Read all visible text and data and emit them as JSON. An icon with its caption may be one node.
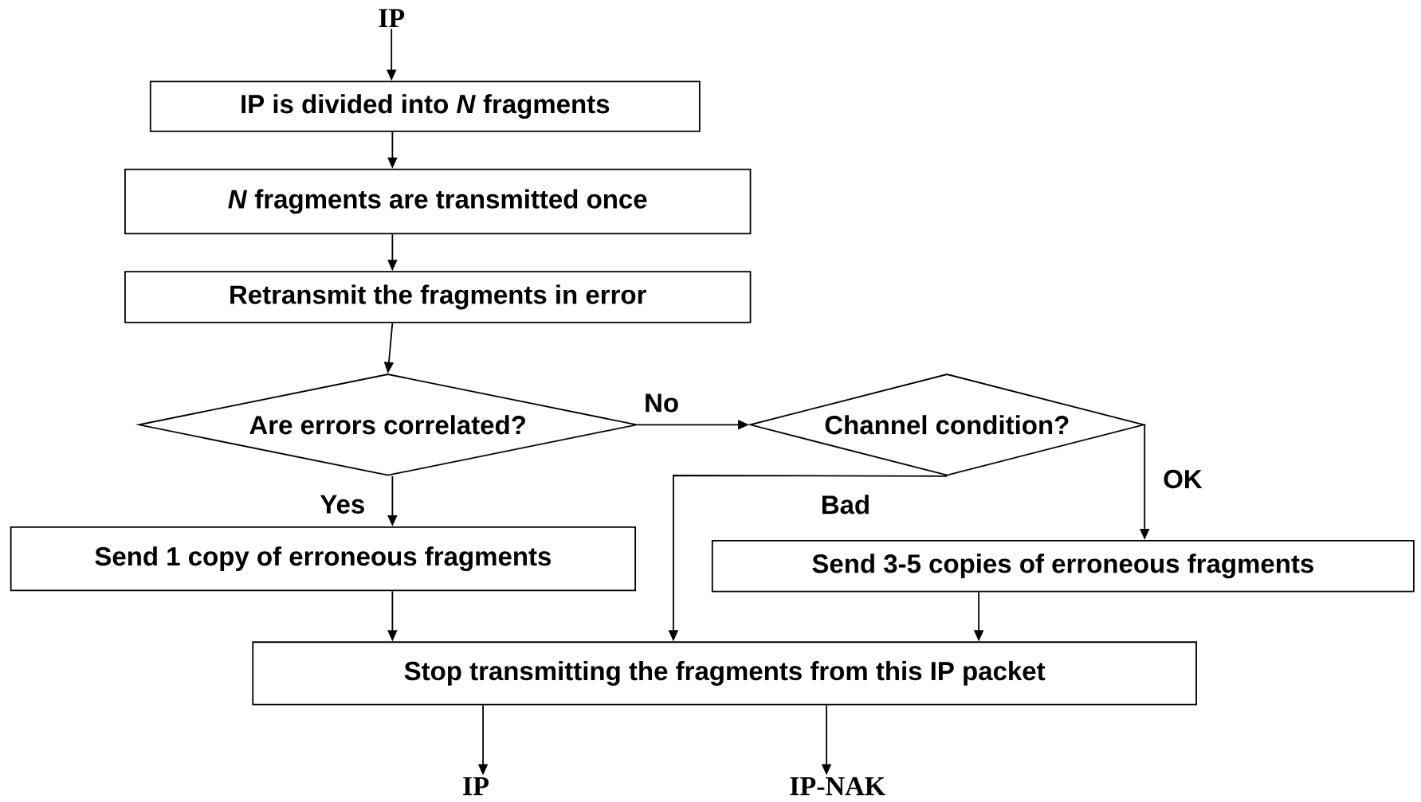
{
  "diagram": {
    "nodes": [
      {
        "text": [
          "IP"
        ]
      },
      {
        "text": [
          "IP is divided into *N* fragments"
        ]
      },
      {
        "text": [
          "*N* fragments are transmitted once"
        ]
      },
      {
        "text": [
          "Retransmit the fragments in error"
        ]
      },
      {
        "text": [
          "Are errors correlated?"
        ]
      },
      {
        "text": [
          "Channel condition?"
        ]
      },
      {
        "text": [
          "Send 1 copy of erroneous fragments"
        ]
      },
      {
        "text": [
          "Send 3-5 copies of erroneous fragments"
        ]
      },
      {
        "text": [
          "Stop transmitting the fragments from this IP packet"
        ]
      },
      {
        "text": [
          "IP"
        ]
      },
      {
        "text": [
          "IP-NAK"
        ]
      }
    ],
    "edges": [
      {
        "from": 0,
        "to": 1,
        "arrow": "to"
      },
      {
        "from": 1,
        "to": 2,
        "arrow": "to"
      },
      {
        "from": 2,
        "to": 3,
        "arrow": "to"
      },
      {
        "from": 3,
        "to": 4,
        "arrow": "to"
      },
      {
        "from": 4,
        "to": 5,
        "arrow": "to",
        "label": "No"
      },
      {
        "from": 4,
        "to": 6,
        "arrow": "to",
        "label": "Yes"
      },
      {
        "from": 5,
        "to": 8,
        "arrow": "to",
        "label": "Bad"
      },
      {
        "from": 5,
        "to": 7,
        "arrow": "to",
        "label": "OK"
      },
      {
        "from": 6,
        "to": 8,
        "arrow": "to"
      },
      {
        "from": 7,
        "to": 8,
        "arrow": "to"
      },
      {
        "from": 8,
        "to": 9,
        "arrow": "to"
      },
      {
        "from": 8,
        "to": 10,
        "arrow": "to"
      }
    ]
  }
}
